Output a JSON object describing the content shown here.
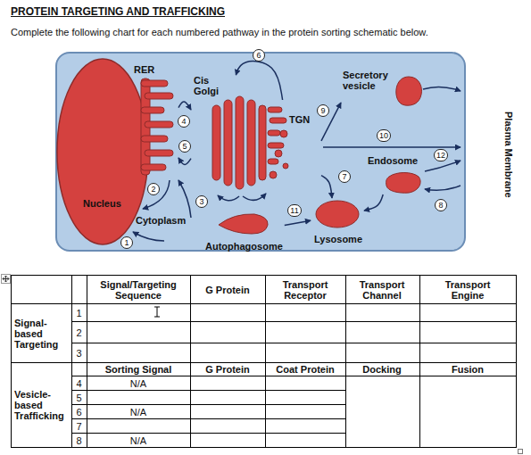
{
  "diagram": {
    "title": "PROTEIN TARGETING AND TRAFFICKING",
    "nodes": [
      {
        "text": [
          "Plasma Membrane"
        ]
      },
      {
        "text": [
          "Nucleus"
        ],
        "in": 0
      },
      {
        "text": [
          "RER"
        ],
        "in": 0
      },
      {
        "text": [
          "Cis Golgi"
        ],
        "in": 0
      },
      {
        "text": [
          "TGN"
        ],
        "in": 0
      },
      {
        "text": [
          "Secretory vesicle"
        ],
        "in": 0
      },
      {
        "text": [
          "Endosome"
        ],
        "in": 0
      },
      {
        "text": [
          "Lysosome"
        ],
        "in": 0
      },
      {
        "text": [
          "Autophagosome"
        ],
        "in": 0
      }
    ],
    "edges": [
      {
        "from": 2,
        "to": 3,
        "arrow": "to",
        "label": "4"
      },
      {
        "from": 3,
        "to": 2,
        "arrow": "to",
        "label": "5"
      },
      {
        "from": 4,
        "to": 3,
        "arrow": "to",
        "label": "6"
      },
      {
        "from": 4,
        "to": 7,
        "arrow": "to",
        "label": "7"
      },
      {
        "from": 4,
        "to": 5,
        "arrow": "to",
        "label": "9"
      },
      {
        "from": 6,
        "to": 7,
        "arrow": "to"
      },
      {
        "from": 8,
        "to": 7,
        "arrow": "to",
        "label": "11"
      }
    ],
    "labels": [
      "Complete the following chart for each numbered pathway in the protein sorting schematic below.",
      "Cytoplasm",
      "1",
      "2",
      "3",
      "10",
      "12",
      "8",
      "Signal/Targeting Sequence",
      "G Protein",
      "Transport Receptor",
      "Transport Channel",
      "Transport Engine",
      "Signal-based Targeting",
      "1",
      "2",
      "3",
      "Sorting Signal",
      "G Protein",
      "Coat Protein",
      "Docking",
      "Fusion",
      "Vesicle-based Trafficking",
      "4",
      "N/A",
      "5",
      "6",
      "N/A",
      "7",
      "8",
      "N/A"
    ]
  }
}
